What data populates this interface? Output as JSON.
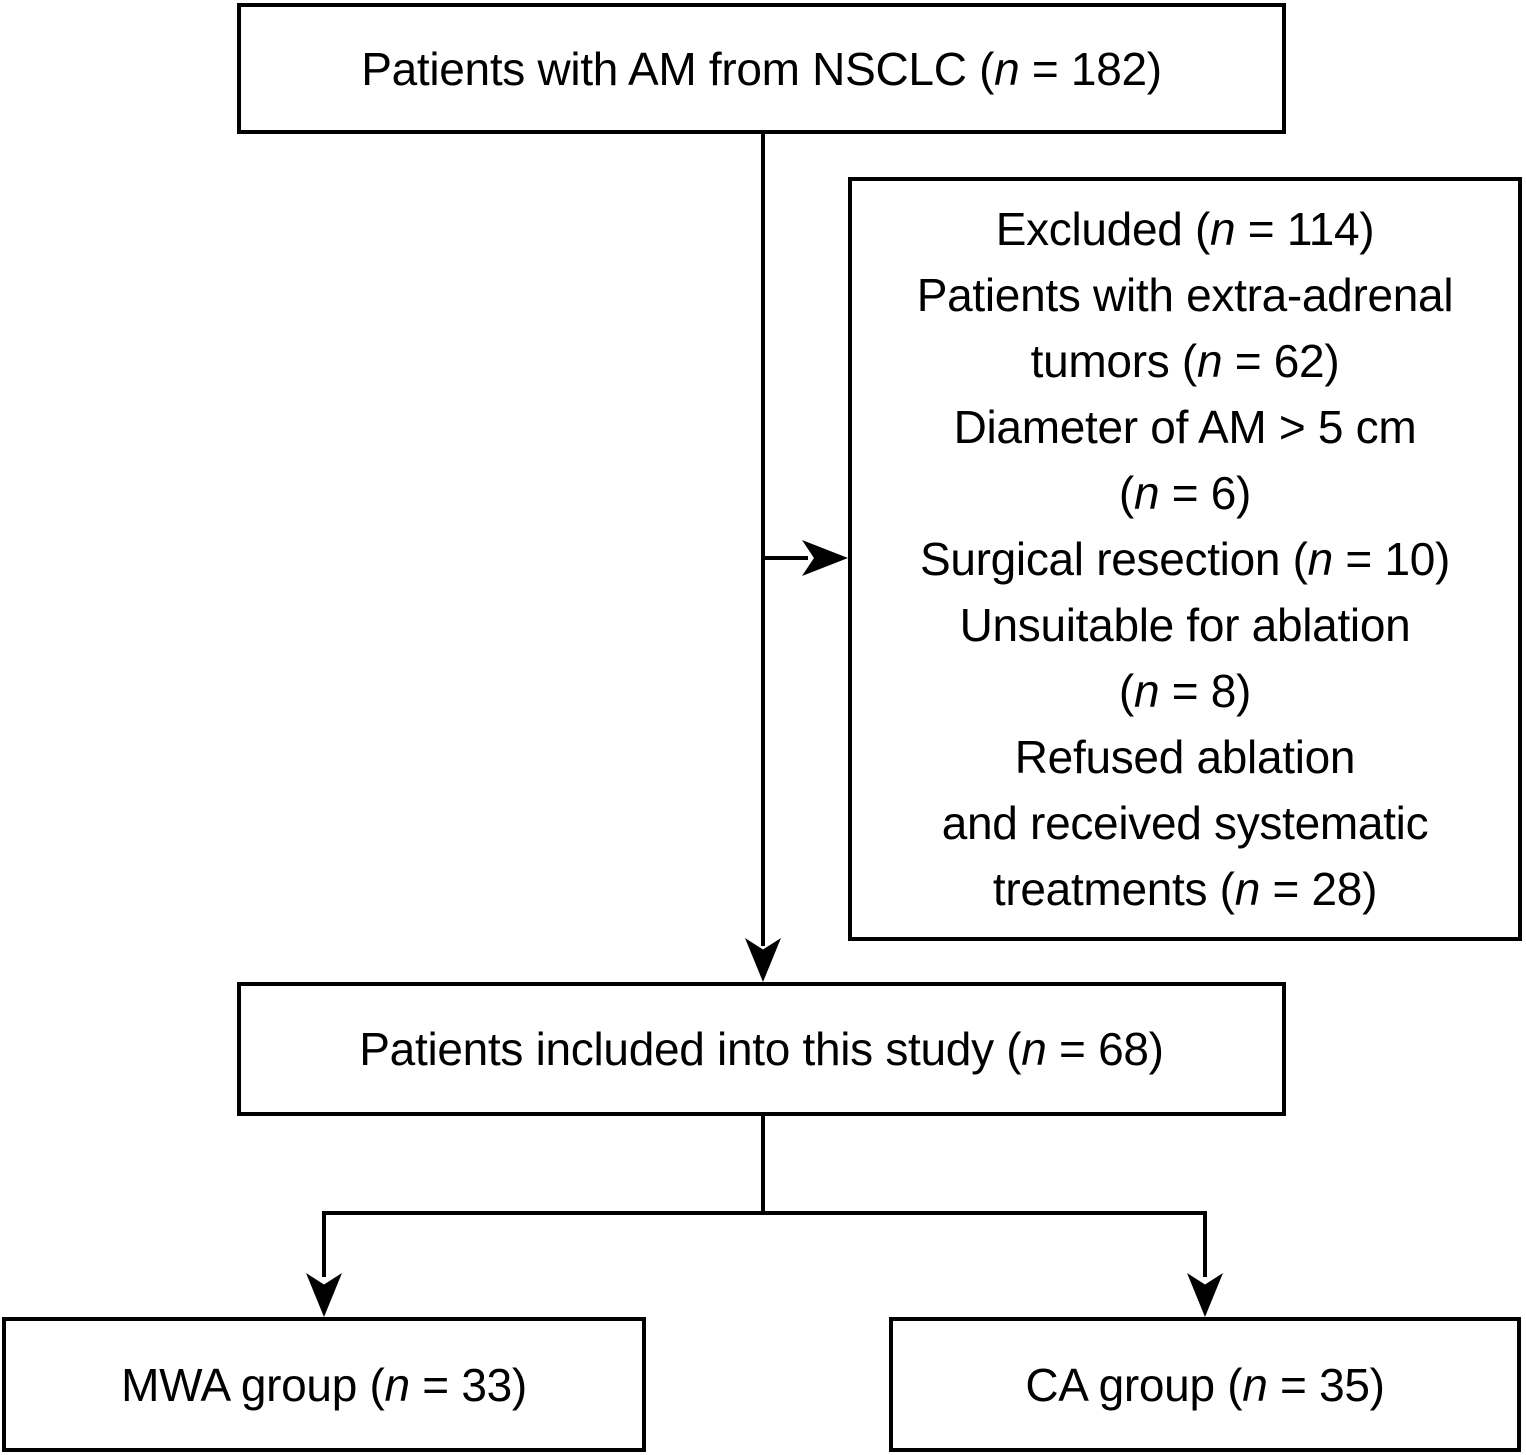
{
  "figure": {
    "type": "patient-flow-diagram",
    "colors": {
      "background": "#ffffff",
      "line": "#000000",
      "text": "#000000"
    },
    "boxes": {
      "top": {
        "lines": [
          [
            {
              "t": "Patients with AM from NSCLC ("
            },
            {
              "t": "n",
              "i": true
            },
            {
              "t": " = 182)"
            }
          ]
        ]
      },
      "excluded": {
        "lines": [
          [
            {
              "t": "Excluded ("
            },
            {
              "t": "n",
              "i": true
            },
            {
              "t": " = 114)"
            }
          ],
          [
            {
              "t": "Patients with extra-adrenal"
            }
          ],
          [
            {
              "t": "tumors ("
            },
            {
              "t": "n",
              "i": true
            },
            {
              "t": " = 62)"
            }
          ],
          [
            {
              "t": "Diameter of AM > 5 cm"
            }
          ],
          [
            {
              "t": "("
            },
            {
              "t": "n",
              "i": true
            },
            {
              "t": " = 6)"
            }
          ],
          [
            {
              "t": "Surgical resection ("
            },
            {
              "t": "n",
              "i": true
            },
            {
              "t": " = 10)"
            }
          ],
          [
            {
              "t": "Unsuitable for ablation"
            }
          ],
          [
            {
              "t": "("
            },
            {
              "t": "n",
              "i": true
            },
            {
              "t": " = 8)"
            }
          ],
          [
            {
              "t": "Refused ablation"
            }
          ],
          [
            {
              "t": "and received systematic"
            }
          ],
          [
            {
              "t": "treatments ("
            },
            {
              "t": "n",
              "i": true
            },
            {
              "t": " = 28)"
            }
          ]
        ]
      },
      "included": {
        "lines": [
          [
            {
              "t": "Patients included into this study ("
            },
            {
              "t": "n",
              "i": true
            },
            {
              "t": " = 68)"
            }
          ]
        ]
      },
      "mwa": {
        "lines": [
          [
            {
              "t": "MWA group ("
            },
            {
              "t": "n",
              "i": true
            },
            {
              "t": " = 33)"
            }
          ]
        ]
      },
      "ca": {
        "lines": [
          [
            {
              "t": "CA group ("
            },
            {
              "t": "n",
              "i": true
            },
            {
              "t": " = 35)"
            }
          ]
        ]
      }
    }
  }
}
